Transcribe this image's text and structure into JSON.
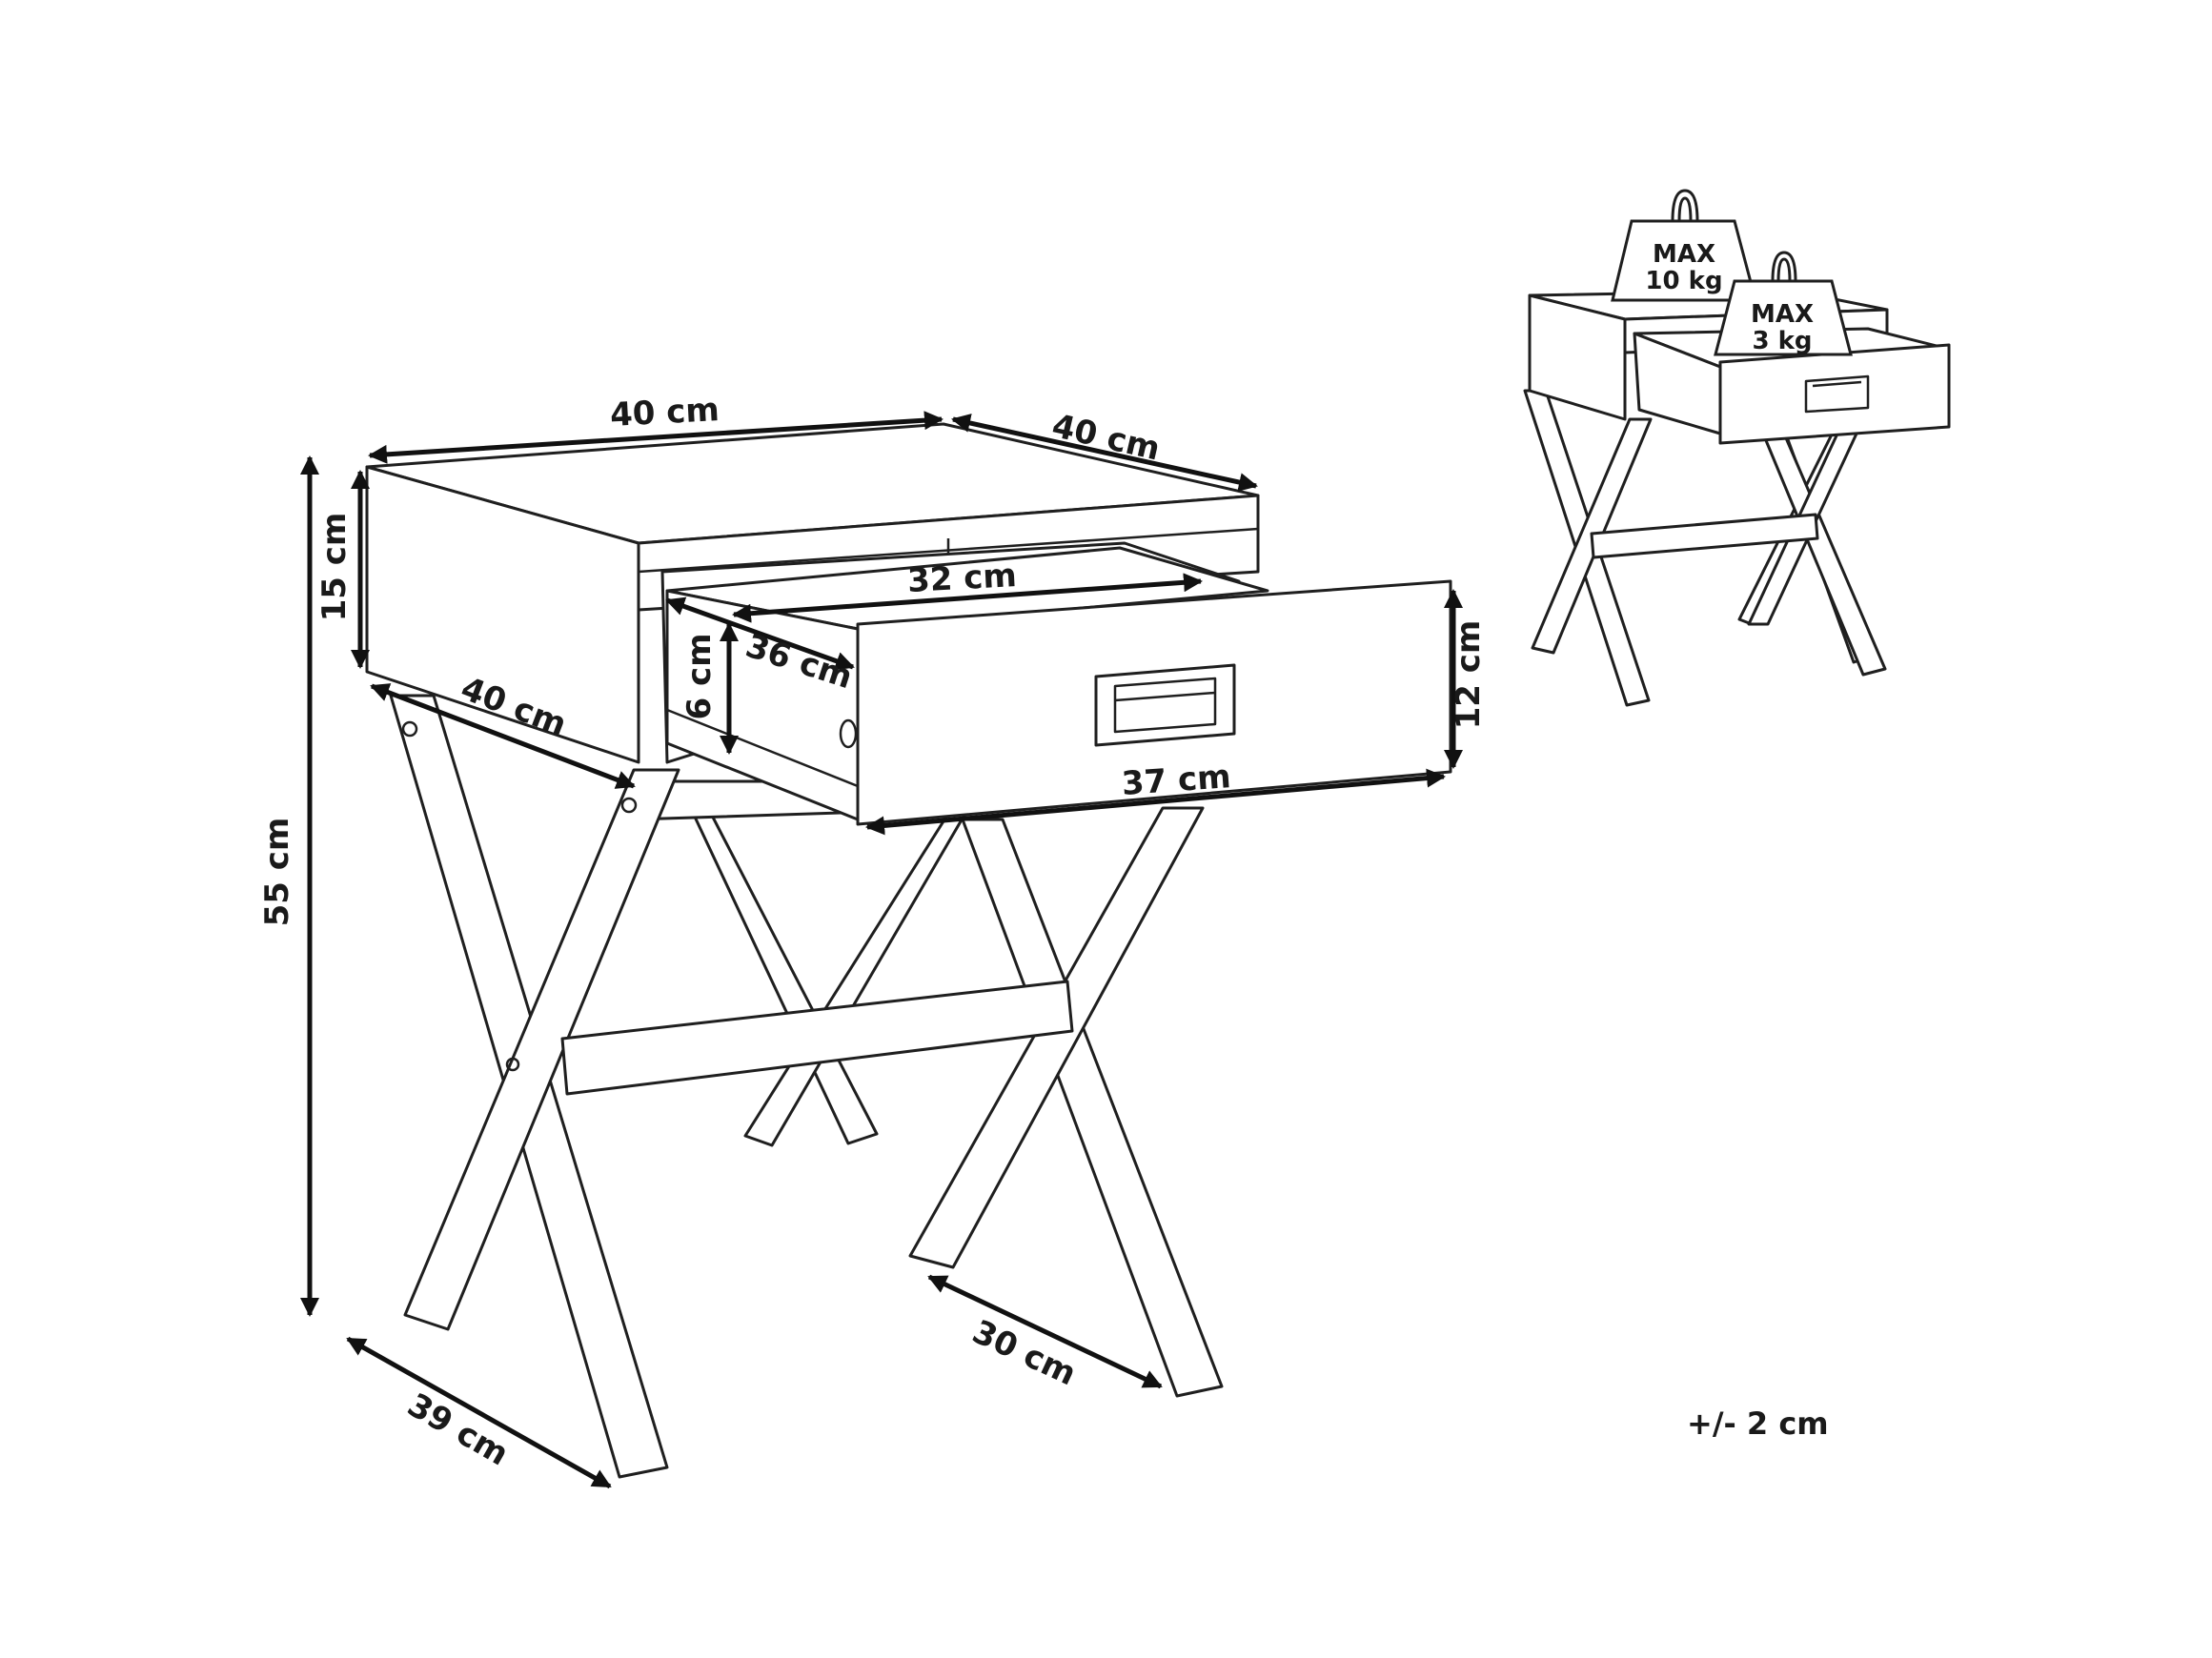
{
  "dimensions": {
    "top_width": "40 cm",
    "top_depth": "40 cm",
    "top_height": "15 cm",
    "total_height": "55 cm",
    "side_depth": "40 cm",
    "drawer_inner_width": "32 cm",
    "drawer_inner_depth": "36 cm",
    "drawer_inner_height": "6 cm",
    "drawer_front_height": "12 cm",
    "drawer_front_width": "37 cm",
    "leg_depth_left": "39 cm",
    "leg_depth_right": "30 cm"
  },
  "load_limits": {
    "top_label": "MAX",
    "top_value": "10 kg",
    "drawer_label": "MAX",
    "drawer_value": "3 kg"
  },
  "tolerance": "+/- 2 cm"
}
